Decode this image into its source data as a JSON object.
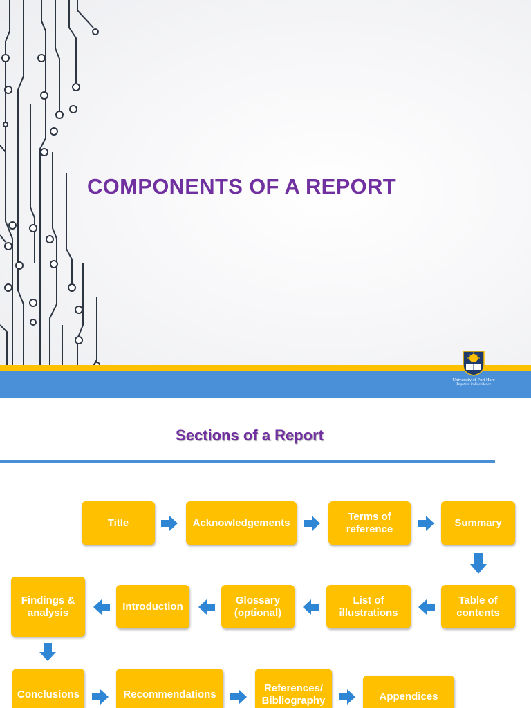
{
  "slide1": {
    "title": "COMPONENTS OF A REPORT",
    "logo": {
      "name": "University of Fort Hare",
      "motto": "Together in Excellence"
    }
  },
  "slide2": {
    "title": "Sections of a Report",
    "boxes": {
      "title": "Title",
      "acknowledgements": "Acknowledgements",
      "terms": "Terms of\nreference",
      "summary": "Summary",
      "toc": "Table of\ncontents",
      "illustrations": "List of\nillustrations",
      "glossary": "Glossary\n(optional)",
      "introduction": "Introduction",
      "findings": "Findings &\nanalysis",
      "conclusions": "Conclusions",
      "recommendations": "Recommendations",
      "references": "References/\nBibliography",
      "appendices": "Appendices"
    }
  },
  "colors": {
    "title_purple": "#7030a0",
    "box_yellow": "#ffc000",
    "accent_blue": "#4a90d9",
    "band_yellow": "#ffc000"
  }
}
